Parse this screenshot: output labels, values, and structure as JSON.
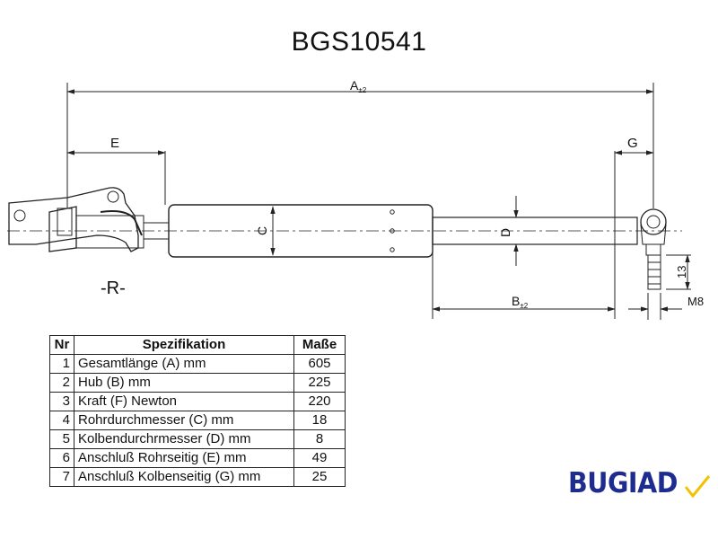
{
  "title": "BGS10541",
  "dimensions": {
    "A": "A",
    "A_sub": "±2",
    "B": "B",
    "B_sub": "±2",
    "C": "C",
    "D": "D",
    "E": "E",
    "G": "G",
    "thread_len": "13",
    "thread": "M8"
  },
  "side_label": "-R-",
  "table": {
    "headers": [
      "Nr",
      "Spezifikation",
      "Maße"
    ],
    "rows": [
      {
        "nr": "1",
        "label": "Gesamtlänge (A) mm",
        "value": "605"
      },
      {
        "nr": "2",
        "label": "Hub (B)  mm",
        "value": "225"
      },
      {
        "nr": "3",
        "label": "Kraft (F) Newton",
        "value": "220"
      },
      {
        "nr": "4",
        "label": "Rohrdurchmesser (C) mm",
        "value": "18"
      },
      {
        "nr": "5",
        "label": "Kolbendurchrmesser (D) mm",
        "value": "8"
      },
      {
        "nr": "6",
        "label": "Anschluß Rohrseitig (E) mm",
        "value": "49"
      },
      {
        "nr": "7",
        "label": "Anschluß Kolbenseitig (G) mm",
        "value": "25"
      }
    ]
  },
  "logo": "BUGIAD",
  "colors": {
    "logo": "#1f2c8f",
    "logo_tick": "#f2c200"
  }
}
